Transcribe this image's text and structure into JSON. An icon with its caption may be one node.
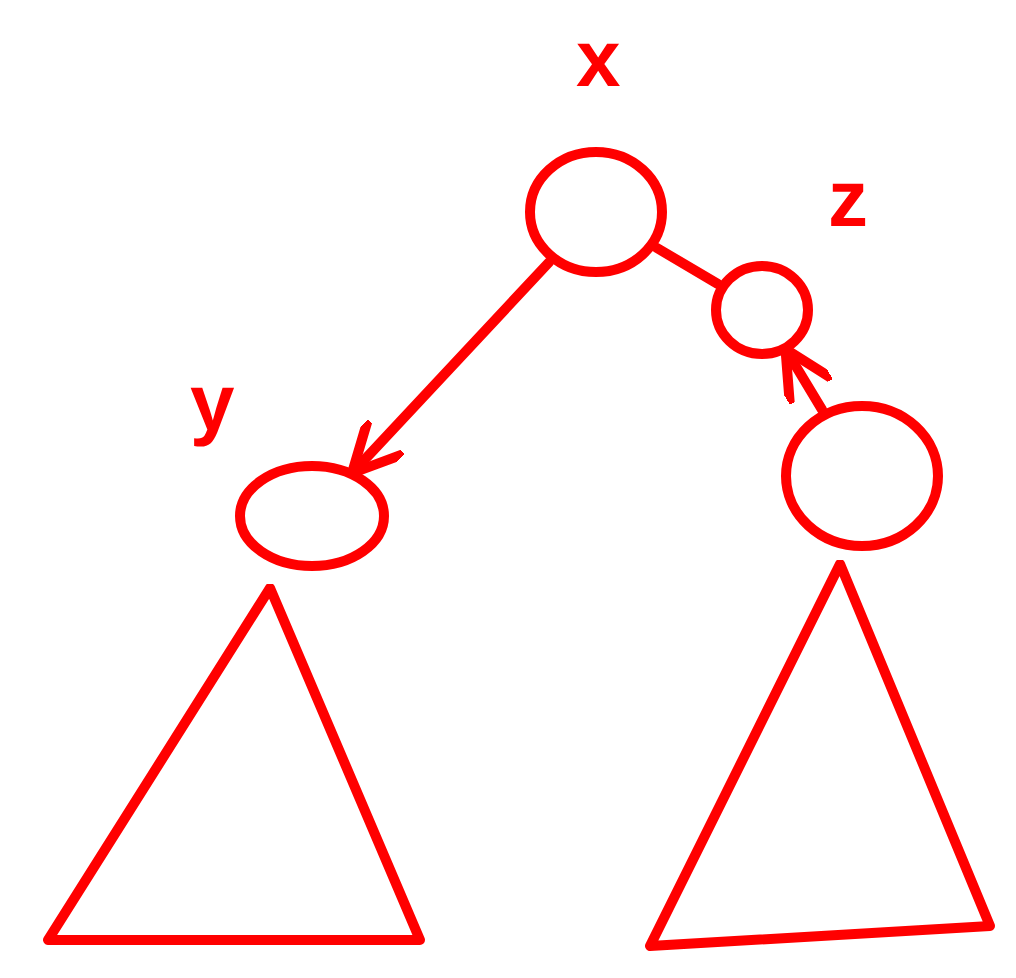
{
  "diagram": {
    "nodes": [
      {
        "text": [
          "x"
        ]
      },
      {
        "text": [
          "z"
        ]
      },
      {
        "text": [
          "y"
        ]
      },
      {
        "text": [],
        "shape": "circle"
      },
      {
        "text": [],
        "shape": "triangle"
      },
      {
        "text": [],
        "shape": "triangle"
      }
    ],
    "edges": [
      {
        "from": 0,
        "to": 2,
        "arrow": "to"
      },
      {
        "from": 0,
        "to": 1,
        "arrow": "none"
      },
      {
        "from": 3,
        "to": 1,
        "arrow": "to"
      }
    ]
  }
}
